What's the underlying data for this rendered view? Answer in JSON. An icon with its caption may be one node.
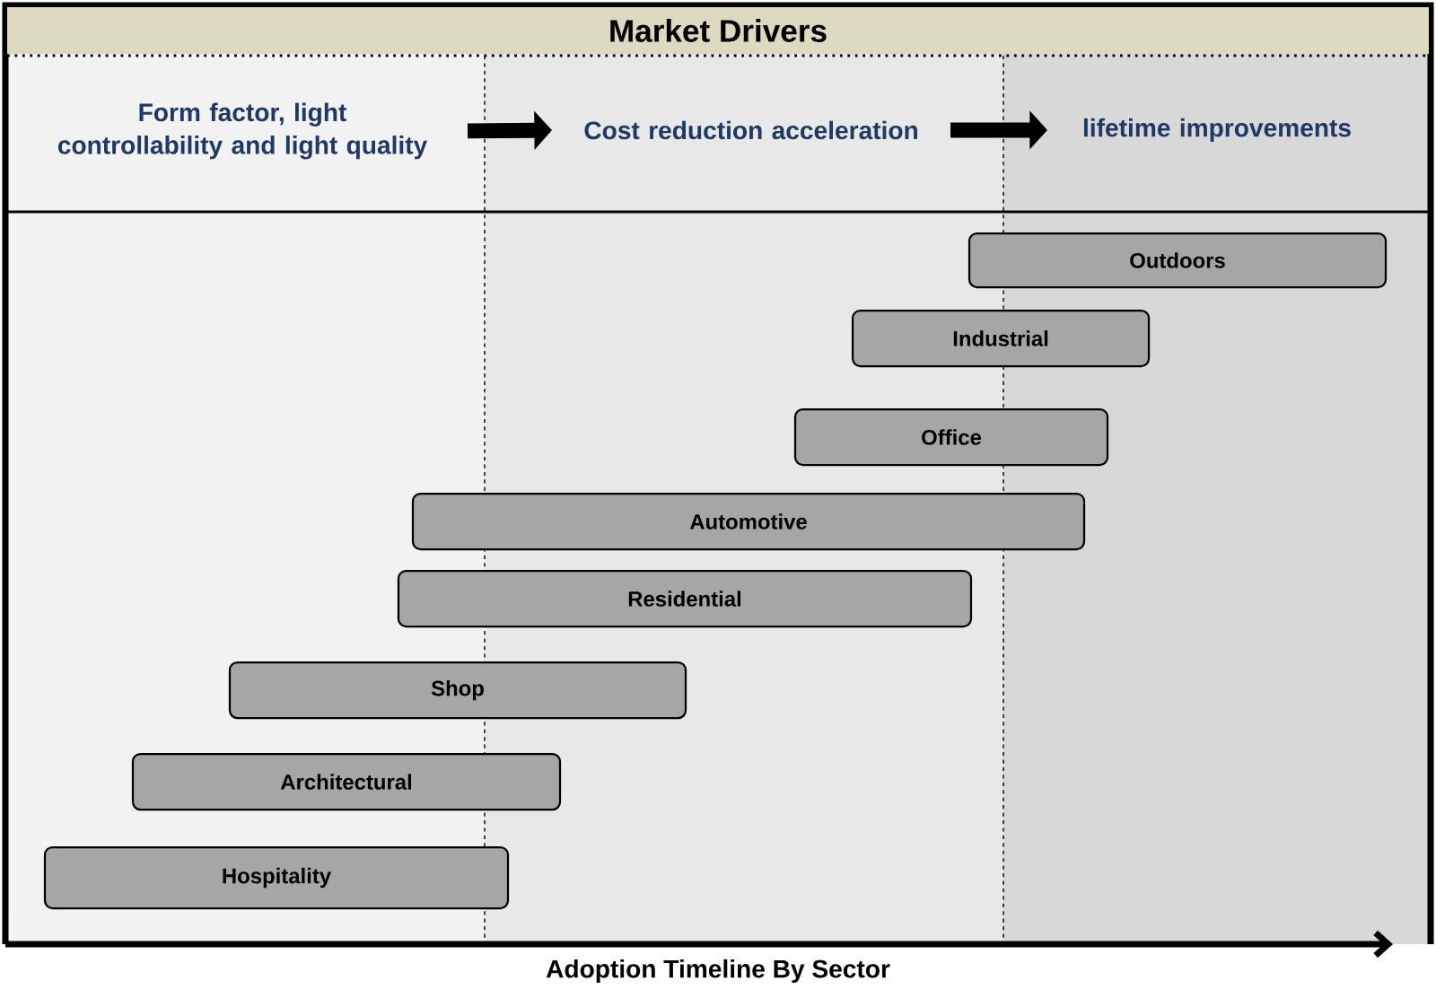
{
  "diagram": {
    "title": "Market Drivers",
    "nodes": [
      {
        "text": [
          "Form factor, light controllability and light quality"
        ]
      },
      {
        "text": [
          "Cost reduction acceleration"
        ]
      },
      {
        "text": [
          "lifetime improvements"
        ]
      },
      {
        "text": [
          "Outdoors"
        ]
      },
      {
        "text": [
          "Industrial"
        ]
      },
      {
        "text": [
          "Office"
        ]
      },
      {
        "text": [
          "Automotive"
        ]
      },
      {
        "text": [
          "Residential"
        ]
      },
      {
        "text": [
          "Shop"
        ]
      },
      {
        "text": [
          "Architectural"
        ]
      },
      {
        "text": [
          "Hospitality"
        ]
      }
    ],
    "edges": [
      {
        "from": 0,
        "to": 1,
        "arrow": "to"
      },
      {
        "from": 1,
        "to": 2,
        "arrow": "to"
      }
    ],
    "labels": [
      "Adoption Timeline By Sector"
    ]
  }
}
